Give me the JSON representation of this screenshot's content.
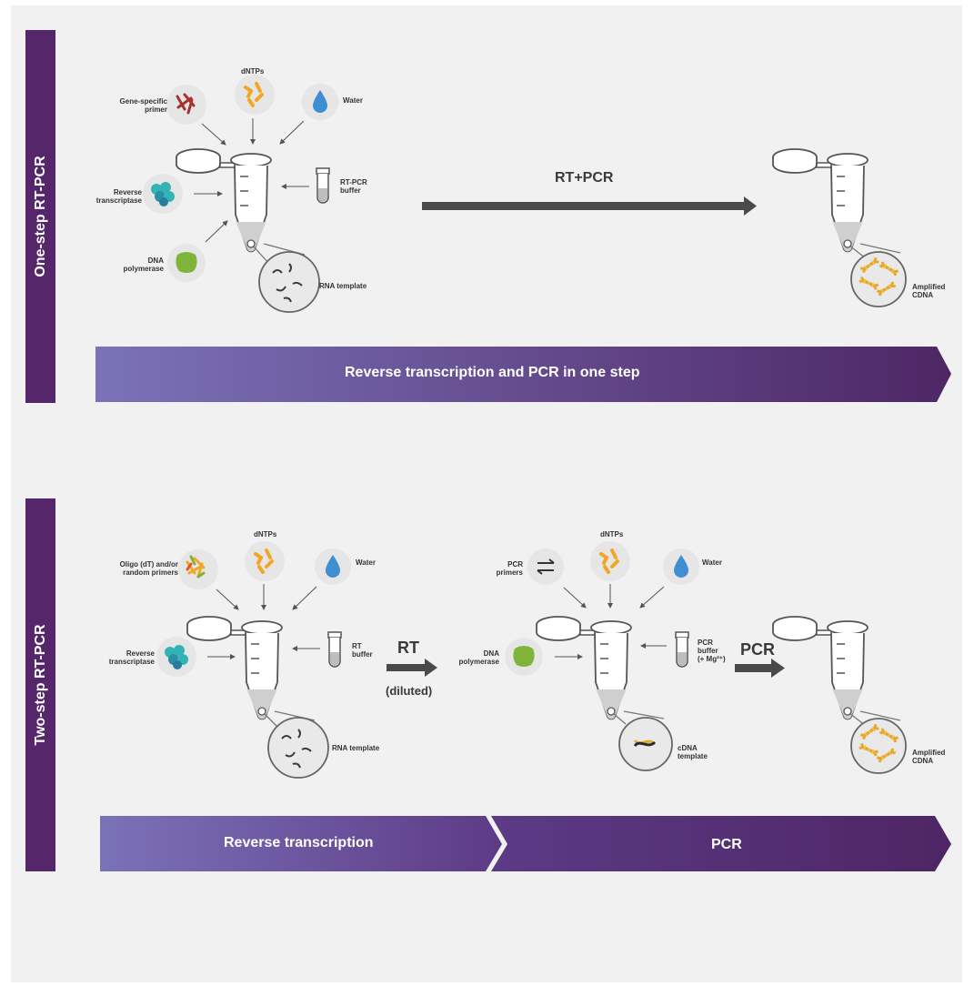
{
  "colors": {
    "purple_dark": "#55266a",
    "purple_light": "#7b72b8",
    "arrow_gray": "#4a4a4a",
    "primer_red": "#a8322d",
    "dntp_orange": "#f2a623",
    "water_blue": "#3f8fd0",
    "enzyme_teal": "#33b3b3",
    "polymerase_green": "#7fb43a",
    "cdna_gold": "#e7a82c"
  },
  "one_step": {
    "side_label": "One-step RT-PCR",
    "primer_label": "Gene-specific\nprimer",
    "dntp_label": "dNTPs",
    "water_label": "Water",
    "rt_label": "Reverse\ntranscriptase",
    "buffer_label": "RT-PCR\nbuffer",
    "polymerase_label": "DNA\npolymerase",
    "template_label": "RNA template",
    "process_label": "RT+PCR",
    "product_label": "Amplified\nCDNA",
    "band_label": "Reverse transcription and PCR in one step"
  },
  "two_step": {
    "side_label": "Two-step RT-PCR",
    "primer_label": "Oligo (dT) and/or\nrandom primers",
    "dntp_label": "dNTPs",
    "water_label": "Water",
    "rt_label": "Reverse\ntranscriptase",
    "buffer_label": "RT\nbuffer",
    "template_label": "RNA template",
    "step1_label": "RT",
    "step1_sub": "(diluted)",
    "pcr_primers_label": "PCR\nprimers",
    "dntp2_label": "dNTPs",
    "water2_label": "Water",
    "polymerase_label": "DNA\npolymerase",
    "pcr_buffer_label": "PCR\nbuffer\n(+ Mg²⁺)",
    "cdna_template_label": "cDNA\ntemplate",
    "step2_label": "PCR",
    "product_label": "Amplified\nCDNA",
    "band1_label": "Reverse transcription",
    "band2_label": "PCR"
  },
  "icons": [
    "primer-icon",
    "dntp-icon",
    "water-drop-icon",
    "enzyme-icon",
    "buffer-tube-icon",
    "polymerase-icon",
    "rna-strand-icon",
    "cdna-helix-icon",
    "equilibrium-arrows-icon",
    "pcr-tube-icon"
  ]
}
